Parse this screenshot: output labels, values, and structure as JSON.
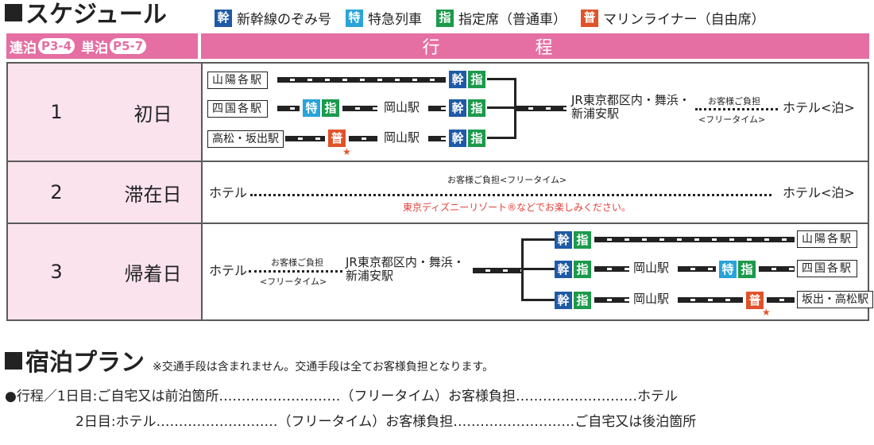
{
  "schedule": {
    "title": "スケジュール",
    "legend": [
      {
        "badge": "幹",
        "label": "新幹線のぞみ号",
        "color": "#1f5aa6"
      },
      {
        "badge": "特",
        "label": "特急列車",
        "color": "#29a3d8"
      },
      {
        "badge": "指",
        "label": "指定席（普通車）",
        "color": "#1c9a4c"
      },
      {
        "badge": "普",
        "label": "マリンライナー（自由席）",
        "color": "#e0532a"
      }
    ],
    "header": {
      "renpaku": "連泊",
      "renpaku_pages": "P3-4",
      "tanpaku": "単泊",
      "tanpaku_pages": "P5-7",
      "itinerary": "行程"
    },
    "rows": [
      {
        "day": "1",
        "name": "初日",
        "stations": [
          "山陽各駅",
          "四国各駅",
          "高松・坂出駅"
        ],
        "okayama": "岡山駅",
        "dest": "JR東京都区内・舞浜・",
        "dest2": "新浦安駅",
        "note1": "お客様ご負担",
        "note2": "<フリータイム>",
        "end": "ホテル<泊>"
      },
      {
        "day": "2",
        "name": "滞在日",
        "start": "ホテル",
        "note1": "お客様ご負担<フリータイム>",
        "pink": "東京ディズニーリゾート®などでお楽しみください。",
        "end": "ホテル<泊>"
      },
      {
        "day": "3",
        "name": "帰着日",
        "start": "ホテル",
        "note1": "お客様ご負担",
        "note2": "<フリータイム>",
        "dest": "JR東京都区内・舞浜・",
        "dest2": "新浦安駅",
        "okayama": "岡山駅",
        "stations": [
          "山陽各駅",
          "四国各駅",
          "坂出・高松駅"
        ]
      }
    ],
    "badges": {
      "kan": "幹",
      "toku": "特",
      "shi": "指",
      "fu": "普"
    }
  },
  "plan": {
    "title": "宿泊プラン",
    "note": "※交通手段は含まれません。交通手段は全てお客様負担となります。",
    "line1": "●行程／1日目:ご自宅又は前泊箇所………………………（フリータイム）お客様負担………………………ホテル",
    "line2": "2日目:ホテル………………………（フリータイム）お客様負担………………………ご自宅又は後泊箇所"
  }
}
